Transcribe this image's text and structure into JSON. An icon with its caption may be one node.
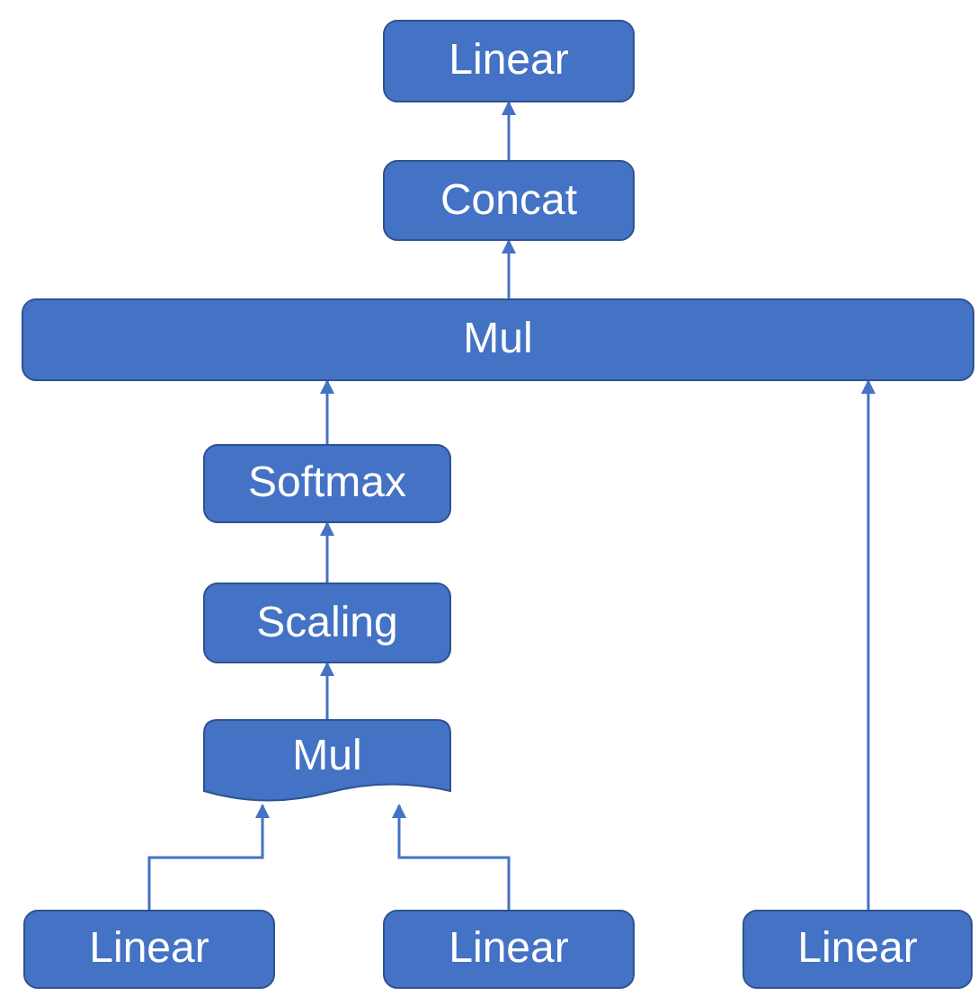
{
  "diagram": {
    "nodes": [
      {
        "text": [
          "Linear"
        ]
      },
      {
        "text": [
          "Concat"
        ]
      },
      {
        "text": [
          "Mul"
        ]
      },
      {
        "text": [
          "Softmax"
        ]
      },
      {
        "text": [
          "Scaling"
        ]
      },
      {
        "text": [
          "Mul"
        ]
      },
      {
        "text": [
          "Linear"
        ]
      },
      {
        "text": [
          "Linear"
        ]
      },
      {
        "text": [
          "Linear"
        ]
      }
    ],
    "edges": [
      {
        "from": 1,
        "to": 0,
        "arrow": "to"
      },
      {
        "from": 2,
        "to": 1,
        "arrow": "to"
      },
      {
        "from": 3,
        "to": 2,
        "arrow": "to"
      },
      {
        "from": 4,
        "to": 3,
        "arrow": "to"
      },
      {
        "from": 5,
        "to": 4,
        "arrow": "to"
      },
      {
        "from": 6,
        "to": 5,
        "arrow": "to"
      },
      {
        "from": 7,
        "to": 5,
        "arrow": "to"
      },
      {
        "from": 8,
        "to": 2,
        "arrow": "to"
      }
    ]
  }
}
